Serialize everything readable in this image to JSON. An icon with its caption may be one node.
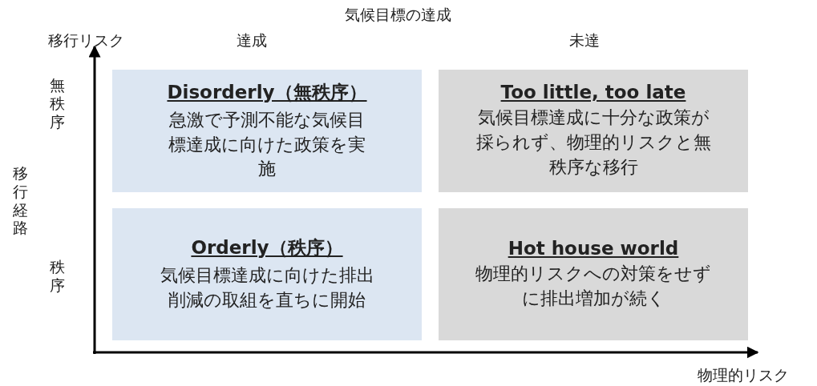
{
  "diagram": {
    "nodes": [
      {
        "text": [
          "Disorderly（無秩序）",
          "急激で予測不能な気候目標達成に向けた政策を実施"
        ]
      },
      {
        "text": [
          "Too little, too late",
          "気候目標達成に十分な政策が採られず、物理的リスクと無秩序な移行"
        ]
      },
      {
        "text": [
          "Orderly（秩序）",
          "気候目標達成に向けた排出削減の取組を直ちに開始"
        ]
      },
      {
        "text": [
          "Hot house world",
          "物理的リスクへの対策をせずに排出増加が続く"
        ]
      }
    ],
    "edges": [],
    "labels": [
      "気候目標の達成",
      "移行リスク",
      "達成",
      "未達",
      "無秩序",
      "移行経路",
      "秩序",
      "物理的リスク"
    ]
  }
}
